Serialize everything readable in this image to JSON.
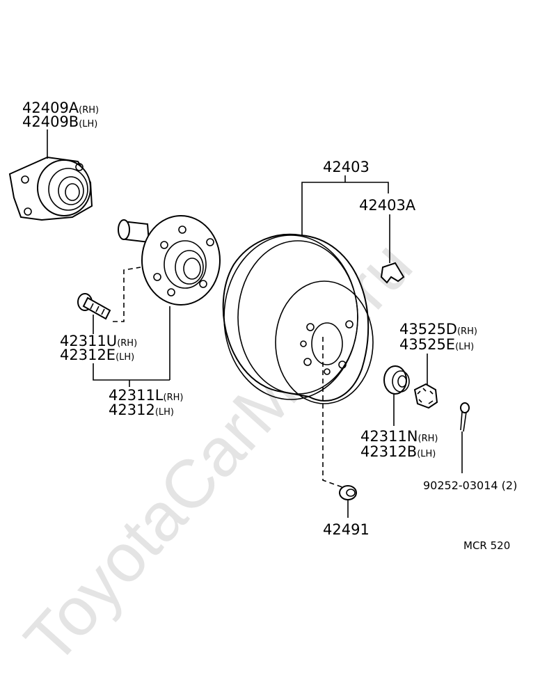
{
  "watermark": "ToyotaCarMine.ru",
  "diagram_code": "MCR 520",
  "labels": {
    "bearing_rh": {
      "part": "42409A",
      "side": "(RH)"
    },
    "bearing_lh": {
      "part": "42409B",
      "side": "(LH)"
    },
    "drum": {
      "part": "42403"
    },
    "drum_alt": {
      "part": "42403A"
    },
    "bolt_rh": {
      "part": "42311U",
      "side": "(RH)"
    },
    "bolt_lh": {
      "part": "42312E",
      "side": "(LH)"
    },
    "hub_rh": {
      "part": "42311L",
      "side": "(RH)"
    },
    "hub_lh": {
      "part": "42312",
      "side": "(LH)"
    },
    "nut_rh": {
      "part": "43525D",
      "side": "(RH)"
    },
    "nut_lh": {
      "part": "43525E",
      "side": "(LH)"
    },
    "washer_rh": {
      "part": "42311N",
      "side": "(RH)"
    },
    "washer_lh": {
      "part": "42312B",
      "side": "(LH)"
    },
    "cotter_pin": {
      "part": "90252-03014 (2)"
    },
    "cap": {
      "part": "42491"
    }
  },
  "icons": {
    "bearing": "axle-bearing-icon",
    "hub": "axle-hub-icon",
    "bolt": "hub-bolt-icon",
    "drum": "brake-drum-icon",
    "clip": "drum-clip-icon",
    "washer": "bearing-washer-icon",
    "nut": "castle-nut-icon",
    "pin": "cotter-pin-icon",
    "cap": "grease-cap-icon"
  }
}
